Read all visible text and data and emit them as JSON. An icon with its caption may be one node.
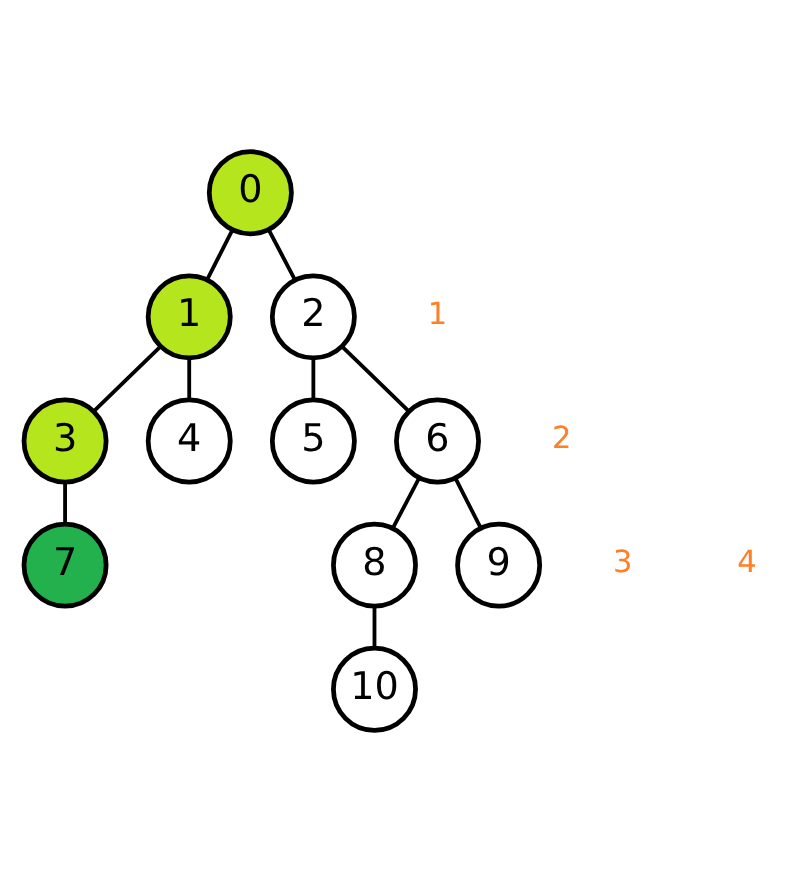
{
  "diagram": {
    "nodes": [
      {
        "text": [
          "0"
        ]
      },
      {
        "text": [
          "1"
        ]
      },
      {
        "text": [
          "2"
        ]
      },
      {
        "text": [
          "3"
        ]
      },
      {
        "text": [
          "4"
        ]
      },
      {
        "text": [
          "5"
        ]
      },
      {
        "text": [
          "6"
        ]
      },
      {
        "text": [
          "7"
        ]
      },
      {
        "text": [
          "8"
        ]
      },
      {
        "text": [
          "9"
        ]
      },
      {
        "text": [
          "10"
        ]
      }
    ],
    "edges": [
      {
        "from": 0,
        "to": 1,
        "arrow": "none"
      },
      {
        "from": 0,
        "to": 2,
        "arrow": "none"
      },
      {
        "from": 1,
        "to": 3,
        "arrow": "none"
      },
      {
        "from": 1,
        "to": 4,
        "arrow": "none"
      },
      {
        "from": 2,
        "to": 5,
        "arrow": "none"
      },
      {
        "from": 2,
        "to": 6,
        "arrow": "none"
      },
      {
        "from": 3,
        "to": 7,
        "arrow": "none"
      },
      {
        "from": 6,
        "to": 8,
        "arrow": "none"
      },
      {
        "from": 6,
        "to": 9,
        "arrow": "none"
      },
      {
        "from": 8,
        "to": 10,
        "arrow": "none"
      }
    ],
    "labels": [
      "1",
      "2",
      "3",
      "4"
    ]
  }
}
